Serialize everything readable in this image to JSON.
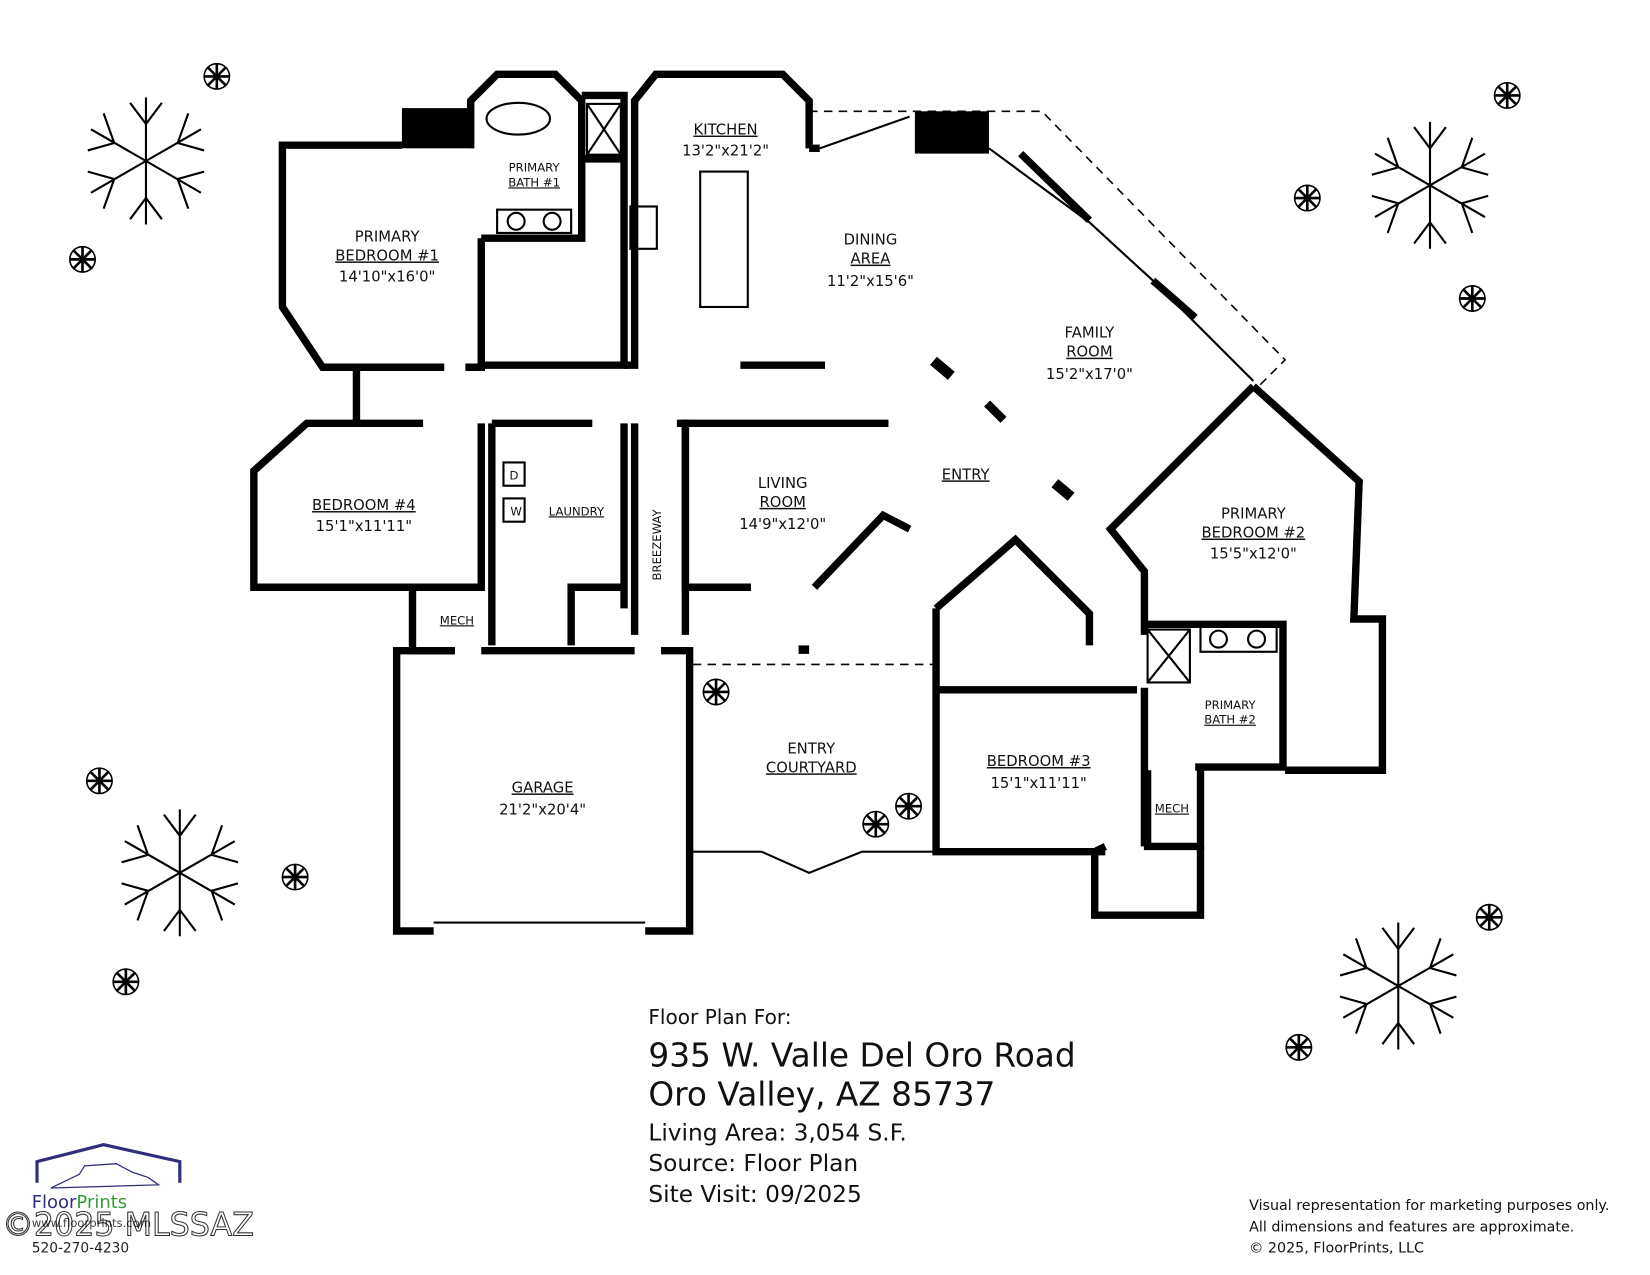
{
  "rooms": {
    "kitchen": {
      "name": "KITCHEN",
      "size": "13'2\"x21'2\""
    },
    "primary_bath_1": {
      "name_line1": "PRIMARY",
      "name_line2": "BATH #1"
    },
    "primary_bedroom_1": {
      "name_line1": "PRIMARY",
      "name_line2": "BEDROOM #1",
      "size": "14'10\"x16'0\""
    },
    "dining_area": {
      "name_line1": "DINING",
      "name_line2": "AREA",
      "size": "11'2\"x15'6\""
    },
    "family_room": {
      "name_line1": "FAMILY",
      "name_line2": "ROOM",
      "size": "15'2\"x17'0\""
    },
    "entry": {
      "name": "ENTRY"
    },
    "bedroom_4": {
      "name": "BEDROOM #4",
      "size": "15'1\"x11'11\""
    },
    "laundry": {
      "name": "LAUNDRY",
      "washer": "W",
      "dryer": "D"
    },
    "breezeway": {
      "name": "BREEZEWAY"
    },
    "living_room": {
      "name_line1": "LIVING",
      "name_line2": "ROOM",
      "size": "14'9\"x12'0\""
    },
    "primary_bedroom_2": {
      "name_line1": "PRIMARY",
      "name_line2": "BEDROOM #2",
      "size": "15'5\"x12'0\""
    },
    "mech_1": {
      "name": "MECH"
    },
    "mech_2": {
      "name": "MECH"
    },
    "garage": {
      "name": "GARAGE",
      "size": "21'2\"x20'4\""
    },
    "entry_courtyard": {
      "name_line1": "ENTRY",
      "name_line2": "COURTYARD"
    },
    "bedroom_3": {
      "name": "BEDROOM #3",
      "size": "15'1\"x11'11\""
    },
    "primary_bath_2": {
      "name_line1": "PRIMARY",
      "name_line2": "BATH #2"
    }
  },
  "title_block": {
    "heading": "Floor Plan For:",
    "address_line1": "935 W. Valle Del Oro Road",
    "address_line2": "Oro Valley, AZ  85737",
    "living_area": "Living Area:  3,054 S.F.",
    "source": "Source:  Floor Plan",
    "site_visit": "Site Visit:  09/2025"
  },
  "logo": {
    "brand_part1": "Floor",
    "brand_part2": "Prints",
    "website": "www.floorprints.com",
    "phone": "520-270-4230",
    "brand_color_1": "#2e2e7a",
    "brand_color_2": "#3a9a3a"
  },
  "watermark": "©2025 MLSSAZ",
  "disclaimer": {
    "line1": "Visual representation for marketing purposes only.",
    "line2": "All dimensions and features are approximate.",
    "line3": "© 2025, FloorPrints, LLC"
  }
}
